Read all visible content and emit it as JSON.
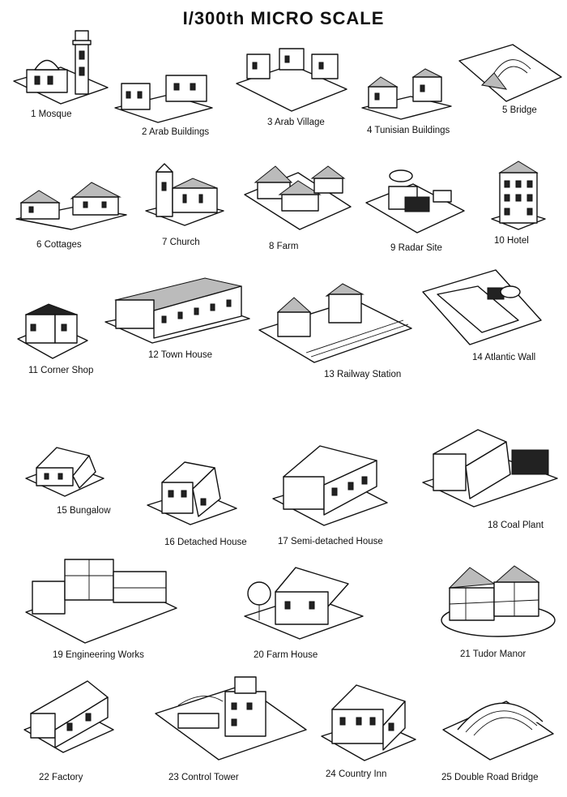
{
  "header": {
    "title": "I/300th MICRO SCALE"
  },
  "items": [
    {
      "label": "1 Mosque"
    },
    {
      "label": "2 Arab Buildings"
    },
    {
      "label": "3 Arab Village"
    },
    {
      "label": "4 Tunisian Buildings"
    },
    {
      "label": "5 Bridge"
    },
    {
      "label": "6 Cottages"
    },
    {
      "label": "7 Church"
    },
    {
      "label": "8 Farm"
    },
    {
      "label": "9 Radar Site"
    },
    {
      "label": "10 Hotel"
    },
    {
      "label": "11 Corner Shop"
    },
    {
      "label": "12 Town House"
    },
    {
      "label": "13 Railway Station"
    },
    {
      "label": "14 Atlantic Wall"
    },
    {
      "label": "15 Bungalow"
    },
    {
      "label": "16 Detached House"
    },
    {
      "label": "17 Semi-detached House"
    },
    {
      "label": "18 Coal Plant"
    },
    {
      "label": "19 Engineering Works"
    },
    {
      "label": "20 Farm House"
    },
    {
      "label": "21 Tudor Manor"
    },
    {
      "label": "22 Factory"
    },
    {
      "label": "23 Control Tower"
    },
    {
      "label": "24 Country Inn"
    },
    {
      "label": "25 Double Road Bridge"
    }
  ]
}
